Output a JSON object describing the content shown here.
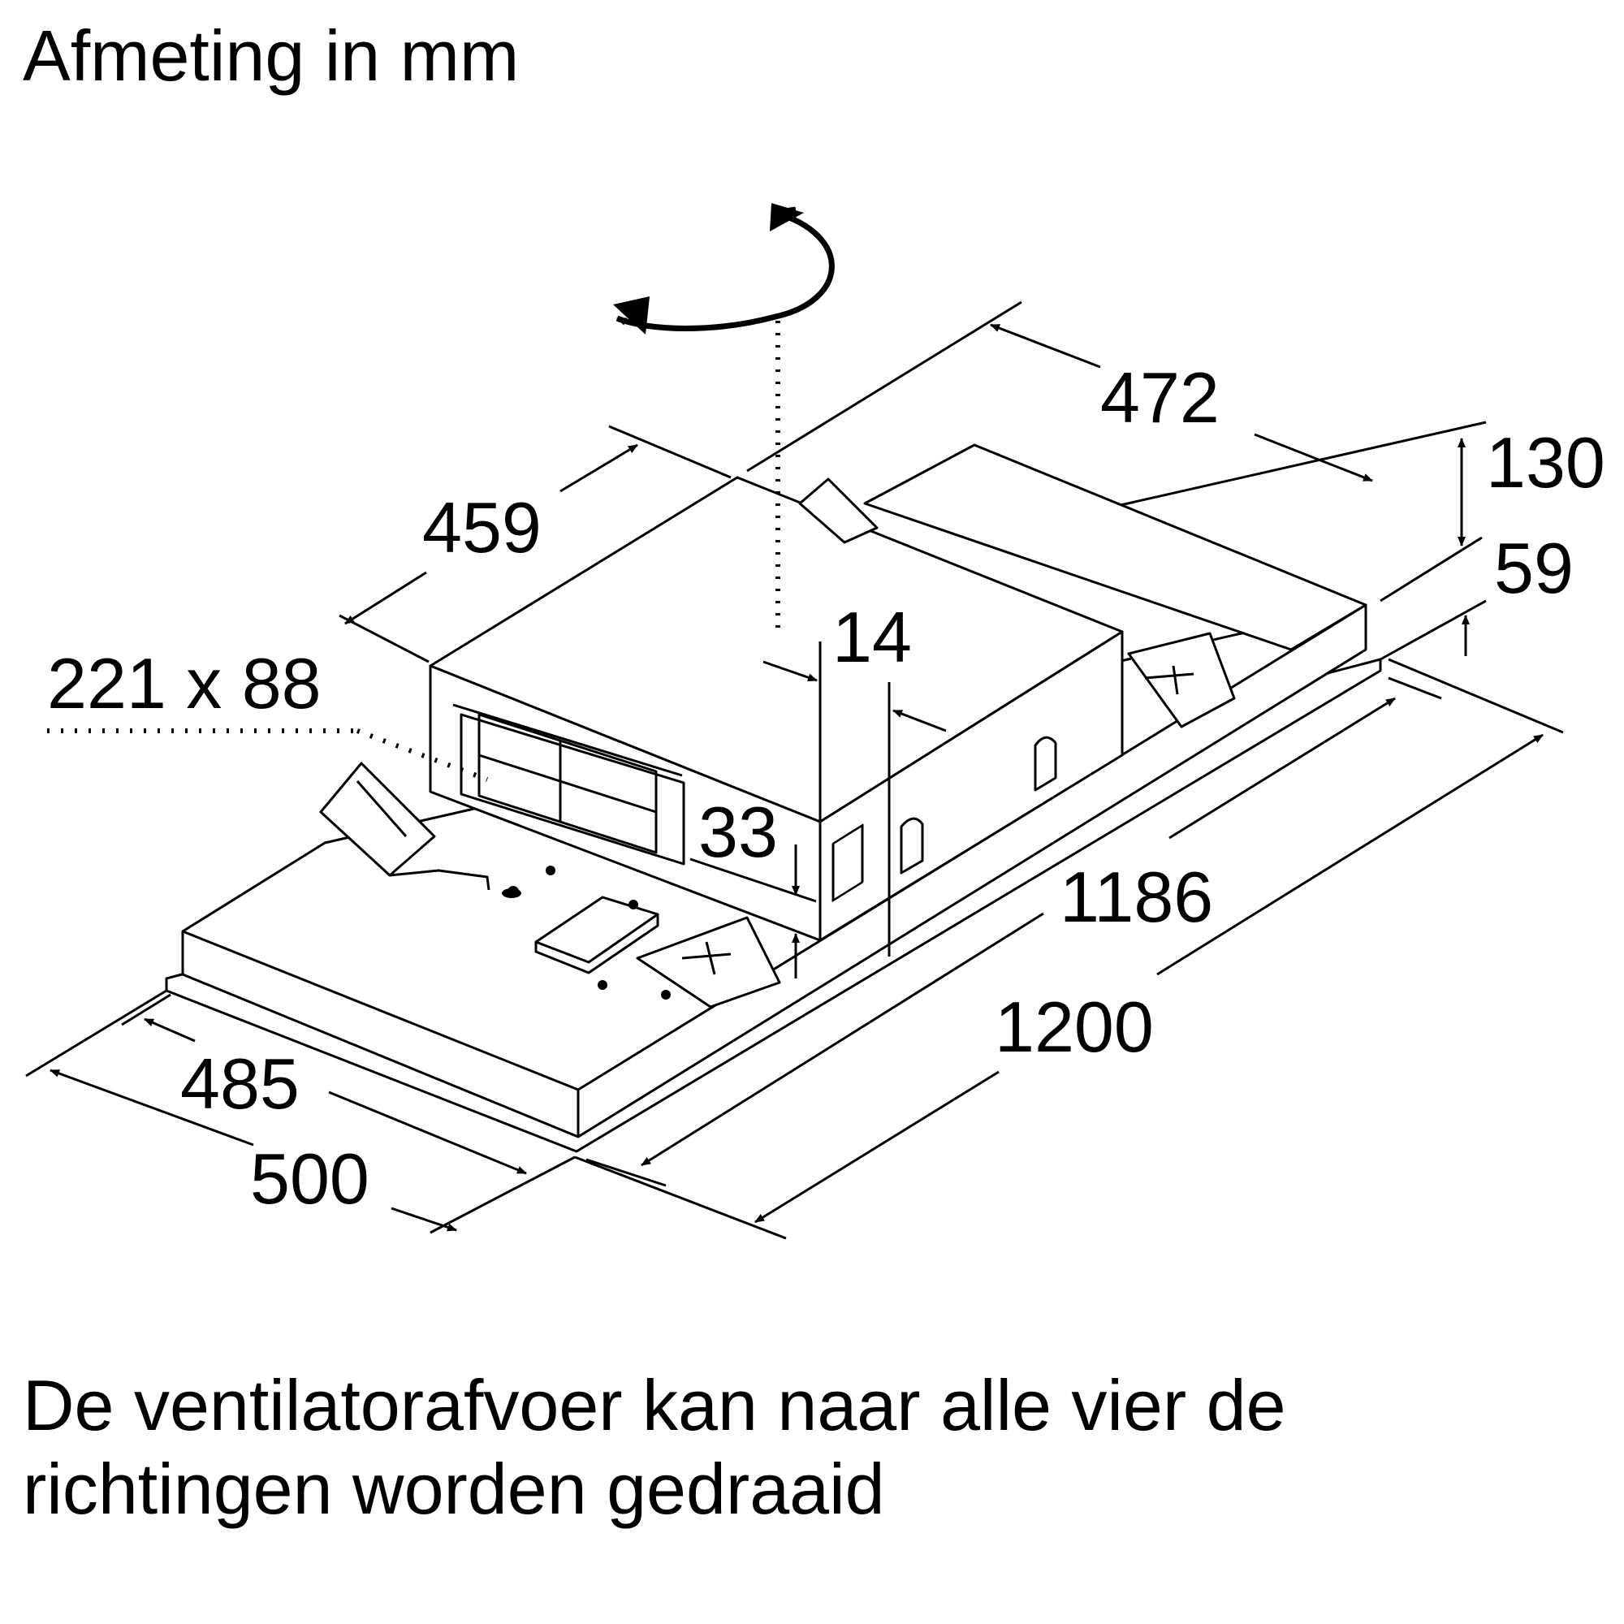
{
  "title": "Afmeting in mm",
  "caption": {
    "line1": "De ventilatorafvoer kan naar alle vier de",
    "line2": "richtingen worden gedraaid"
  },
  "dimensions": {
    "d472": "472",
    "d130": "130",
    "d59": "59",
    "d459": "459",
    "d14": "14",
    "d221x88": "221 x 88",
    "d33": "33",
    "d1186": "1186",
    "d1200": "1200",
    "d485": "485",
    "d500": "500"
  },
  "colors": {
    "line": "#000000",
    "background": "#ffffff",
    "panel": "#ffffff"
  }
}
